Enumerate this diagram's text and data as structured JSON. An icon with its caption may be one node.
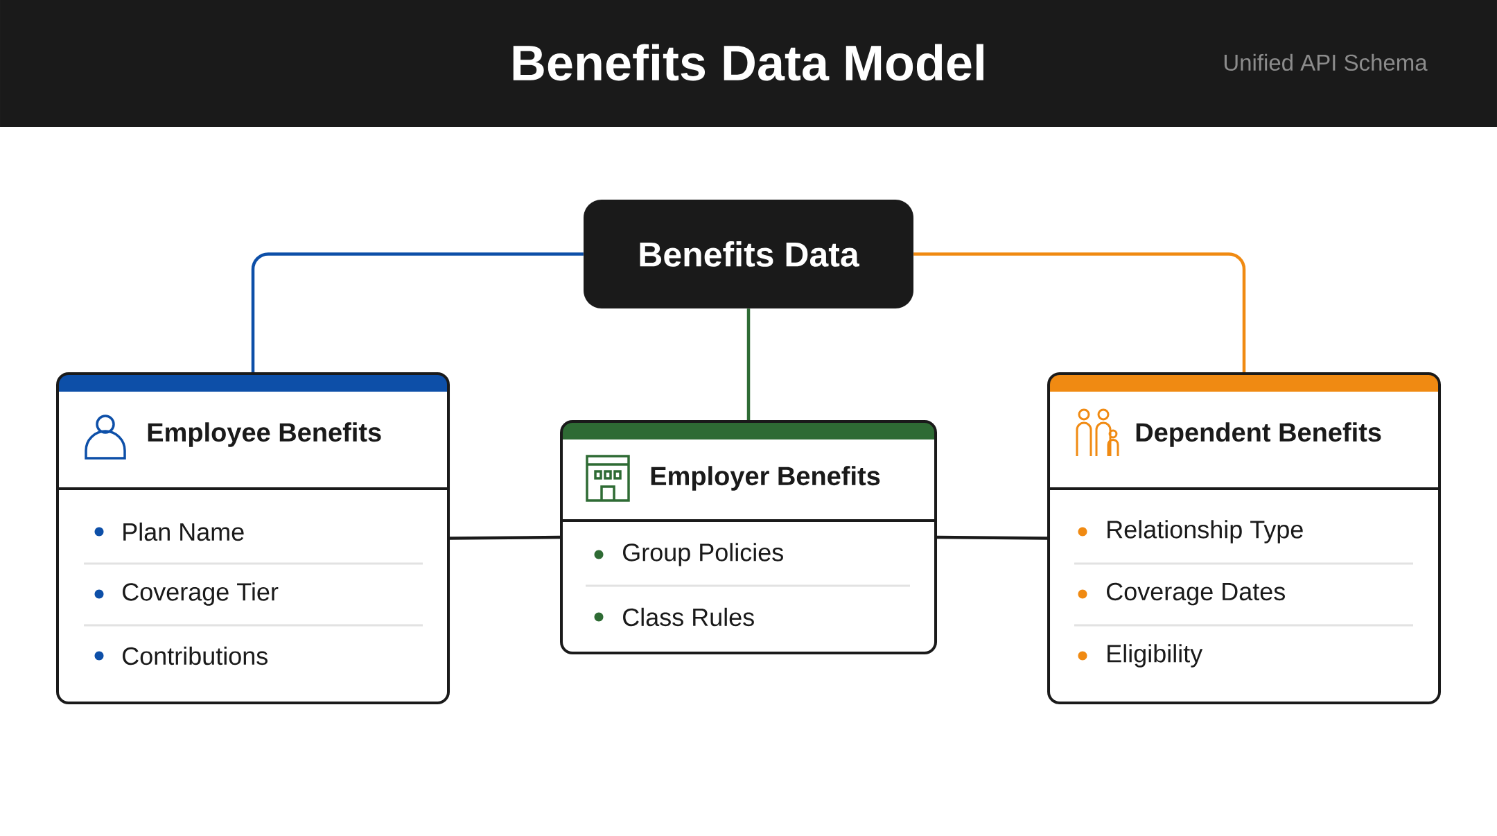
{
  "diagram": {
    "title": "Benefits Data Model",
    "nodes": [
      {
        "text": [
          "Benefits Data"
        ]
      },
      {
        "text": [
          "Employee Benefits",
          "Plan Name",
          "Coverage Tier",
          "Contributions"
        ]
      },
      {
        "text": [
          "Employer Benefits",
          "Group Policies",
          "Class Rules"
        ]
      },
      {
        "text": [
          "Dependent Benefits",
          "Relationship Type",
          "Coverage Dates",
          "Eligibility"
        ]
      }
    ],
    "edges": [
      {
        "from": 0,
        "to": 1,
        "arrow": "none",
        "color": "#0d4fa8"
      },
      {
        "from": 0,
        "to": 2,
        "arrow": "none",
        "color": "#2e6b34"
      },
      {
        "from": 0,
        "to": 3,
        "arrow": "none",
        "color": "#f08a12"
      },
      {
        "from": 1,
        "to": 2,
        "arrow": "none",
        "color": "#1a1a1a"
      },
      {
        "from": 2,
        "to": 3,
        "arrow": "none",
        "color": "#1a1a1a"
      }
    ],
    "labels": [
      "Unified API Schema"
    ]
  }
}
